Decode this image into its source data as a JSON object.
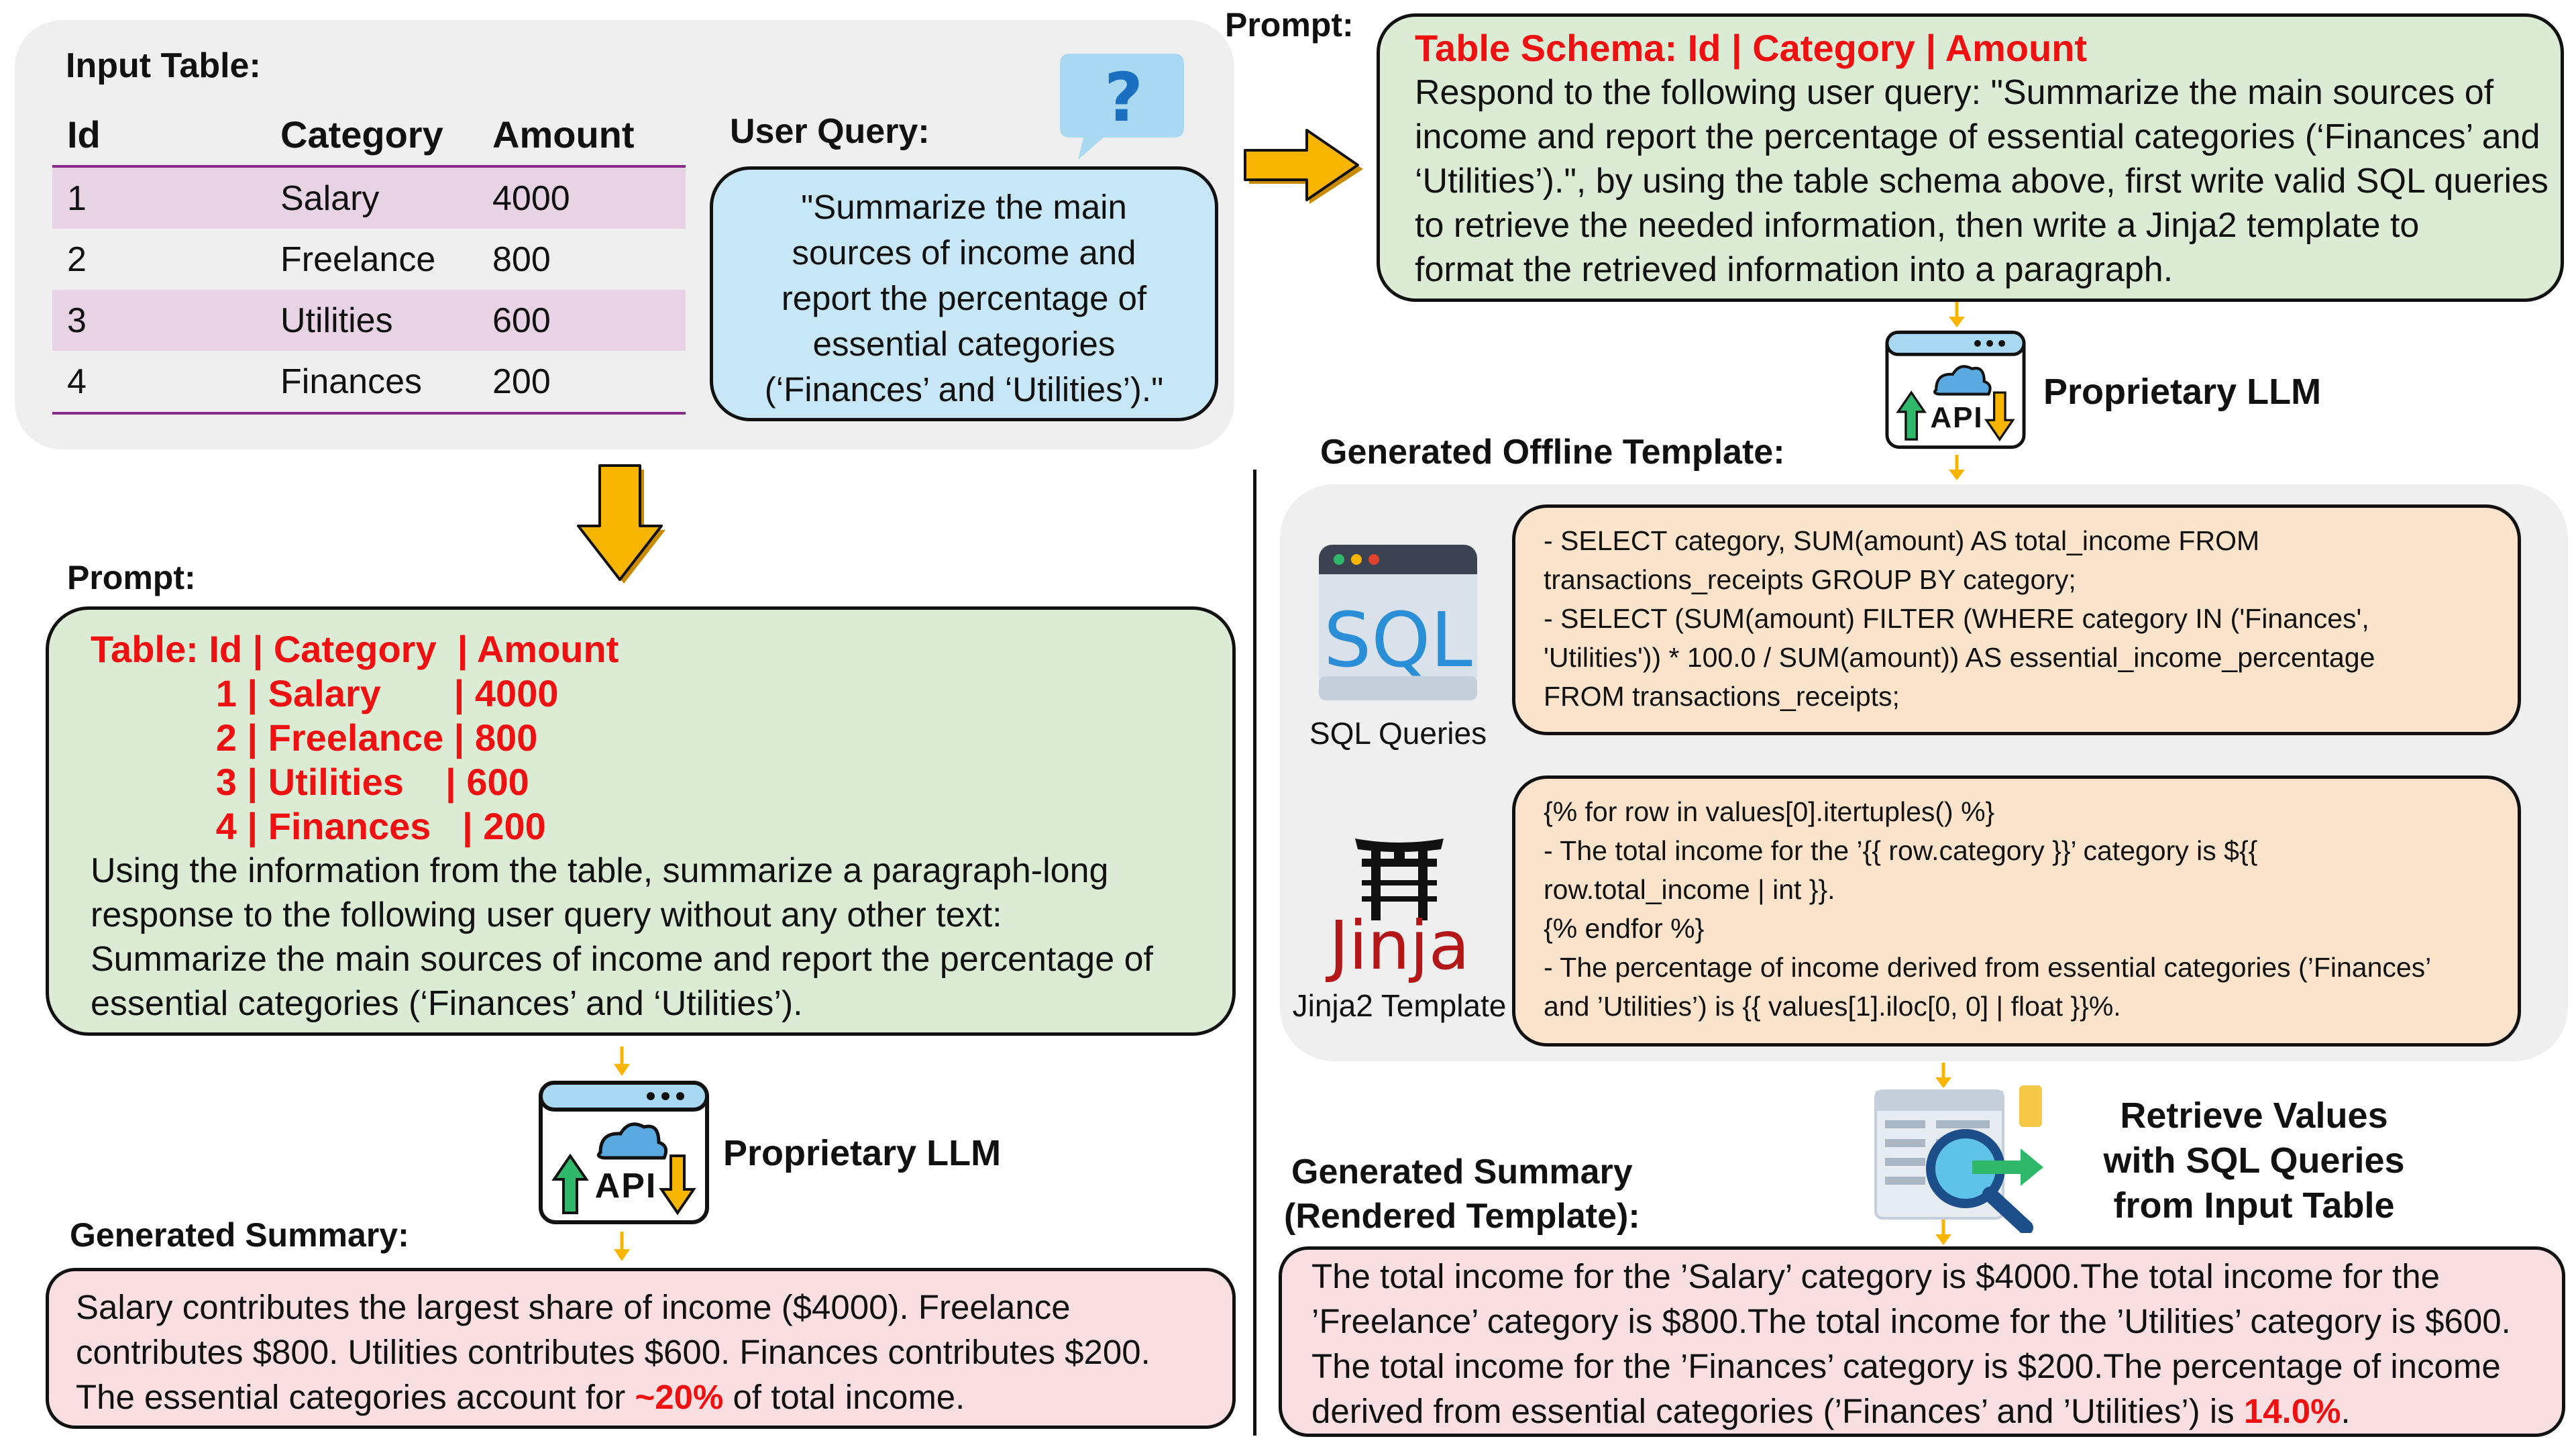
{
  "input_panel": {
    "title": "Input Table:",
    "headers": [
      "Id",
      "Category",
      "Amount"
    ],
    "rows": [
      [
        "1",
        "Salary",
        "4000"
      ],
      [
        "2",
        "Freelance",
        "800"
      ],
      [
        "3",
        "Utilities",
        "600"
      ],
      [
        "4",
        "Finances",
        "200"
      ]
    ],
    "query_label": "User Query:",
    "query_lines": [
      "\"Summarize the main",
      "sources of income and",
      "report the percentage of",
      "essential categories",
      "(‘Finances’ and ‘Utilities’).\""
    ]
  },
  "left_prompt": {
    "label": "Prompt:",
    "red_lines": [
      "Table: Id | Category  | Amount",
      "            1 | Salary       | 4000",
      "            2 | Freelance | 800",
      "            3 | Utilities    | 600",
      "            4 | Finances   | 200"
    ],
    "lines": [
      "Using the information from the table, summarize a paragraph-long",
      "response to the following user query without any other text:",
      "Summarize the main sources of income and report the percentage of",
      "essential categories (‘Finances’ and ‘Utilities’)."
    ]
  },
  "left_llm": {
    "api_text": "API",
    "label": "Proprietary LLM"
  },
  "left_summary": {
    "label": "Generated Summary:",
    "line1": "Salary contributes the largest share of income ($4000). Freelance",
    "line2": "contributes $800. Utilities contributes $600. Finances contributes $200.",
    "line3_pre": "The essential categories account for ",
    "line3_red": "~20%",
    "line3_post": " of total income."
  },
  "right_prompt": {
    "label": "Prompt:",
    "schema": "Table Schema: Id | Category | Amount",
    "lines": [
      "Respond to the following user query: \"Summarize the main sources of",
      "income and report the percentage of essential categories (‘Finances’ and",
      "‘Utilities’).\", by using the table schema above, first write valid SQL queries",
      "to retrieve the needed information, then write a Jinja2 template to",
      "format the retrieved information into a paragraph."
    ]
  },
  "right_llm": {
    "api_text": "API",
    "label": "Proprietary LLM"
  },
  "offline": {
    "label": "Generated Offline Template:",
    "sql_logo": "SQL",
    "sql_caption": "SQL Queries",
    "sql_lines": [
      "- SELECT category, SUM(amount) AS total_income FROM",
      "transactions_receipts GROUP BY category;",
      "- SELECT (SUM(amount) FILTER (WHERE category IN ('Finances',",
      "'Utilities')) * 100.0 / SUM(amount)) AS essential_income_percentage",
      "FROM transactions_receipts;"
    ],
    "jinja_logo": "Jinja",
    "jinja_caption": "Jinja2 Template",
    "jinja_lines": [
      "{% for row in values[0].itertuples() %}",
      "- The total income for the ’{{ row.category }}’ category is ${{",
      "row.total_income | int }}.",
      "{% endfor %}",
      "- The percentage of income derived from essential categories (’Finances’",
      "and ’Utilities’) is {{ values[1].iloc[0, 0] | float }}%."
    ]
  },
  "retrieve": {
    "lines": [
      "Retrieve Values",
      "with SQL Queries",
      "from Input Table"
    ]
  },
  "right_summary": {
    "label_lines": [
      "Generated Summary",
      "(Rendered Template):"
    ],
    "line1": "The total income for the ’Salary’ category is $4000.The total income for the",
    "line2": "’Freelance’ category is $800.The total income for the ’Utilities’ category is $600.",
    "line3": "The total income for the ’Finances’ category is $200.The percentage of income",
    "line4_pre": "derived from essential categories (’Finances’ and ’Utilities’) is ",
    "line4_red": "14.0%",
    "line4_post": "."
  },
  "colors": {
    "red": "#ee1111",
    "green_box": "#dcebd4",
    "pink_box": "#f9dfe1",
    "orange_box": "#fce4cc",
    "blue_box": "#c7e7f7",
    "arrow": "#f7b500"
  }
}
